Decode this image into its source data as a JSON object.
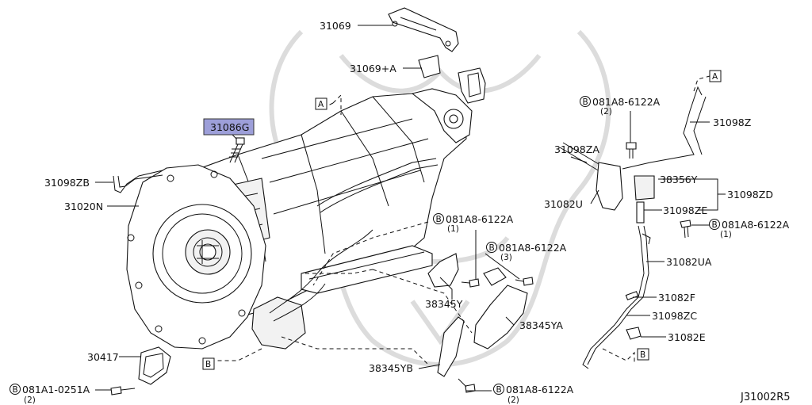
{
  "diagram": {
    "code": "J31002R5",
    "highlight_part": "31086G",
    "labels": {
      "p31069": "31069",
      "p31069a": "31069+A",
      "p31086g": "31086G",
      "p31098zb": "31098ZB",
      "p31020n": "31020N",
      "p30417": "30417",
      "bolt_0251_num": "081A1-0251A",
      "bolt_0251_qty": "(2)",
      "p38345yb": "38345YB",
      "bolt_bot_num": "081A8-6122A",
      "bolt_bot_qty": "(2)",
      "p38345y": "38345Y",
      "p38345ya": "38345YA",
      "bolt_mid1_num": "081A8-6122A",
      "bolt_mid1_qty": "(1)",
      "bolt_mid3_num": "081A8-6122A",
      "bolt_mid3_qty": "(3)",
      "bolt_top_num": "081A8-6122A",
      "bolt_top_qty": "(2)",
      "p31098za": "31098ZA",
      "p31098z": "31098Z",
      "p38356y": "38356Y",
      "p31098zd": "31098ZD",
      "p31082u": "31082U",
      "p31098ze": "31098ZE",
      "bolt_right_num": "081A8-6122A",
      "bolt_right_qty": "(1)",
      "p31082ua": "31082UA",
      "p31082f": "31082F",
      "p31098zc": "31098ZC",
      "p31082e": "31082E",
      "ref_a": "A",
      "ref_b": "B",
      "bolt_symbol": "B"
    }
  }
}
